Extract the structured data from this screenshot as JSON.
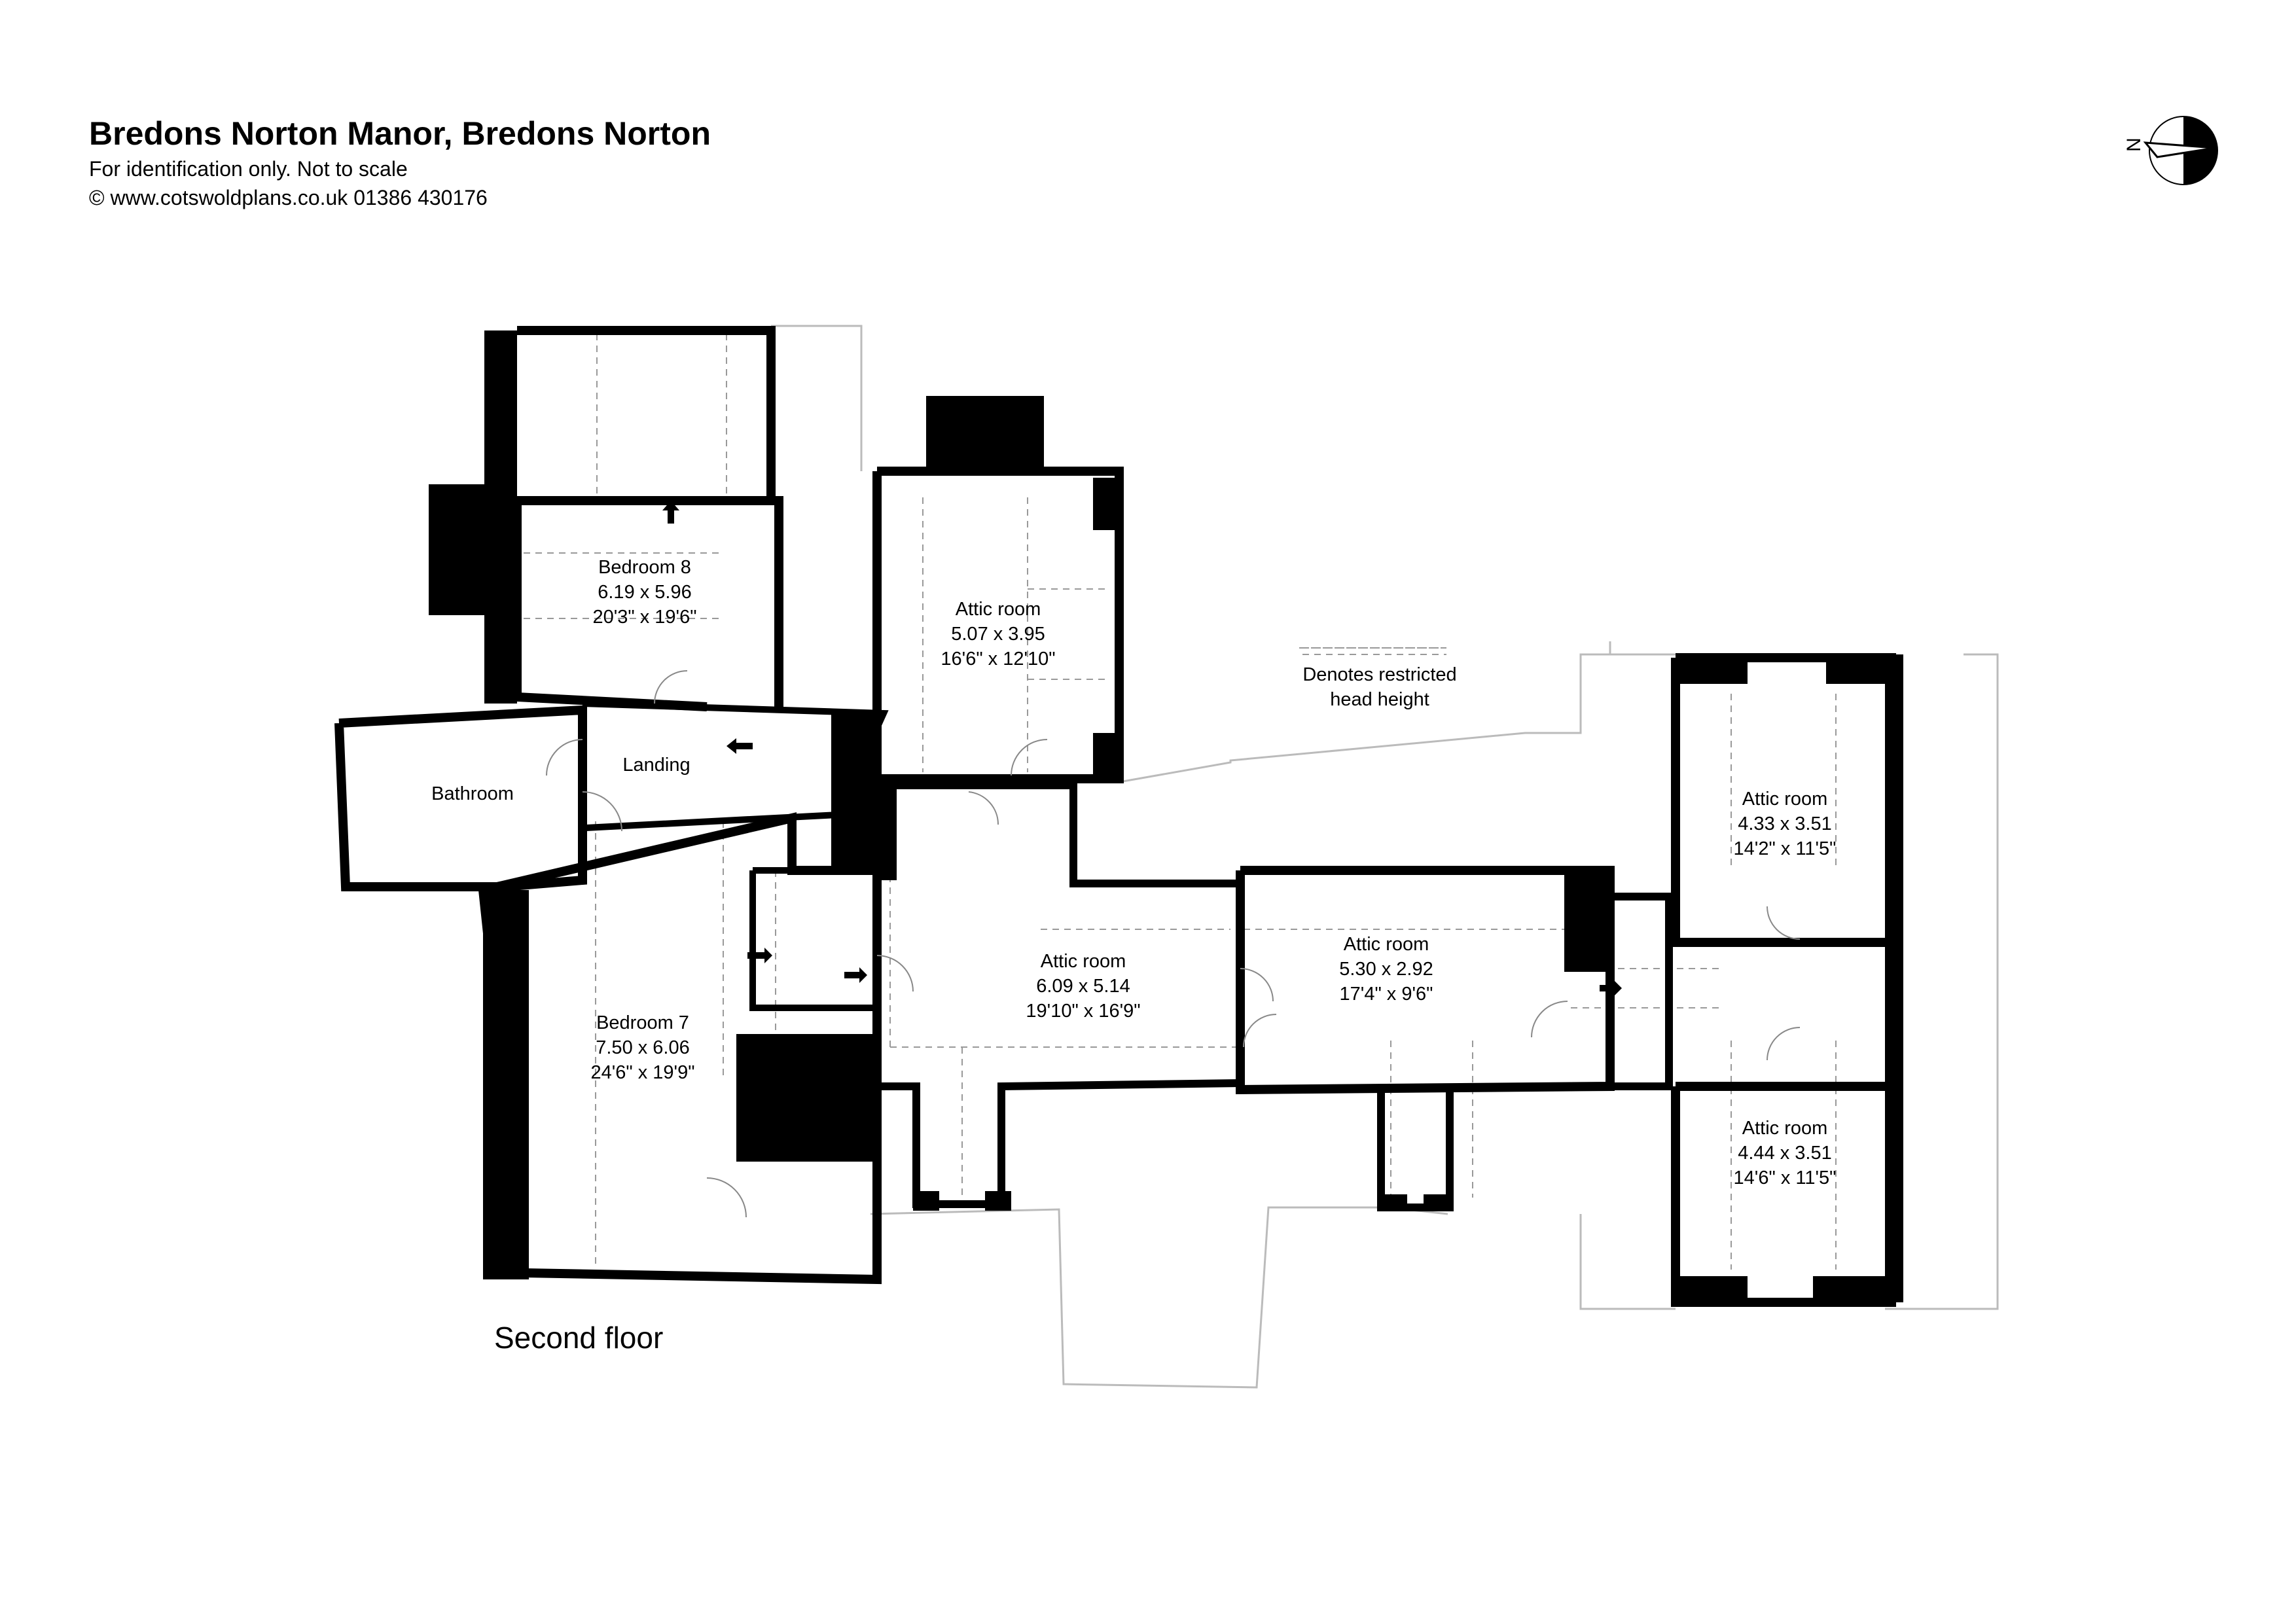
{
  "header": {
    "title": "Bredons Norton Manor, Bredons Norton",
    "disclaimer": "For identification only. Not to scale",
    "copyright": "© www.cotswoldplans.co.uk 01386 430176"
  },
  "floor_label": "Second floor",
  "legend_text": [
    "Denotes restricted",
    "head height"
  ],
  "compass": {
    "north_letter": "N",
    "icon": "north-arrow-icon"
  },
  "colors": {
    "wall": "#000000",
    "outline": "#bbbbbb",
    "restricted_line": "#999999"
  },
  "rooms": [
    {
      "id": "bedroom-8",
      "lines": [
        "Bedroom 8",
        "6.19 x 5.96",
        "20'3\" x 19'6\""
      ]
    },
    {
      "id": "attic-room-north",
      "lines": [
        "Attic room",
        "5.07 x 3.95",
        "16'6\" x 12'10\""
      ]
    },
    {
      "id": "bathroom",
      "lines": [
        "Bathroom"
      ]
    },
    {
      "id": "landing",
      "lines": [
        "Landing"
      ]
    },
    {
      "id": "bedroom-7",
      "lines": [
        "Bedroom 7",
        "7.50 x 6.06",
        "24'6\" x 19'9\""
      ]
    },
    {
      "id": "attic-room-central",
      "lines": [
        "Attic room",
        "6.09 x 5.14",
        "19'10\" x 16'9\""
      ]
    },
    {
      "id": "attic-room-middle",
      "lines": [
        "Attic room",
        "5.30 x 2.92",
        "17'4\" x 9'6\""
      ]
    },
    {
      "id": "attic-room-east-top",
      "lines": [
        "Attic room",
        "4.33 x 3.51",
        "14'2\" x 11'5\""
      ]
    },
    {
      "id": "attic-room-east-bottom",
      "lines": [
        "Attic room",
        "4.44 x 3.51",
        "14'6\" x 11'5\""
      ]
    }
  ]
}
